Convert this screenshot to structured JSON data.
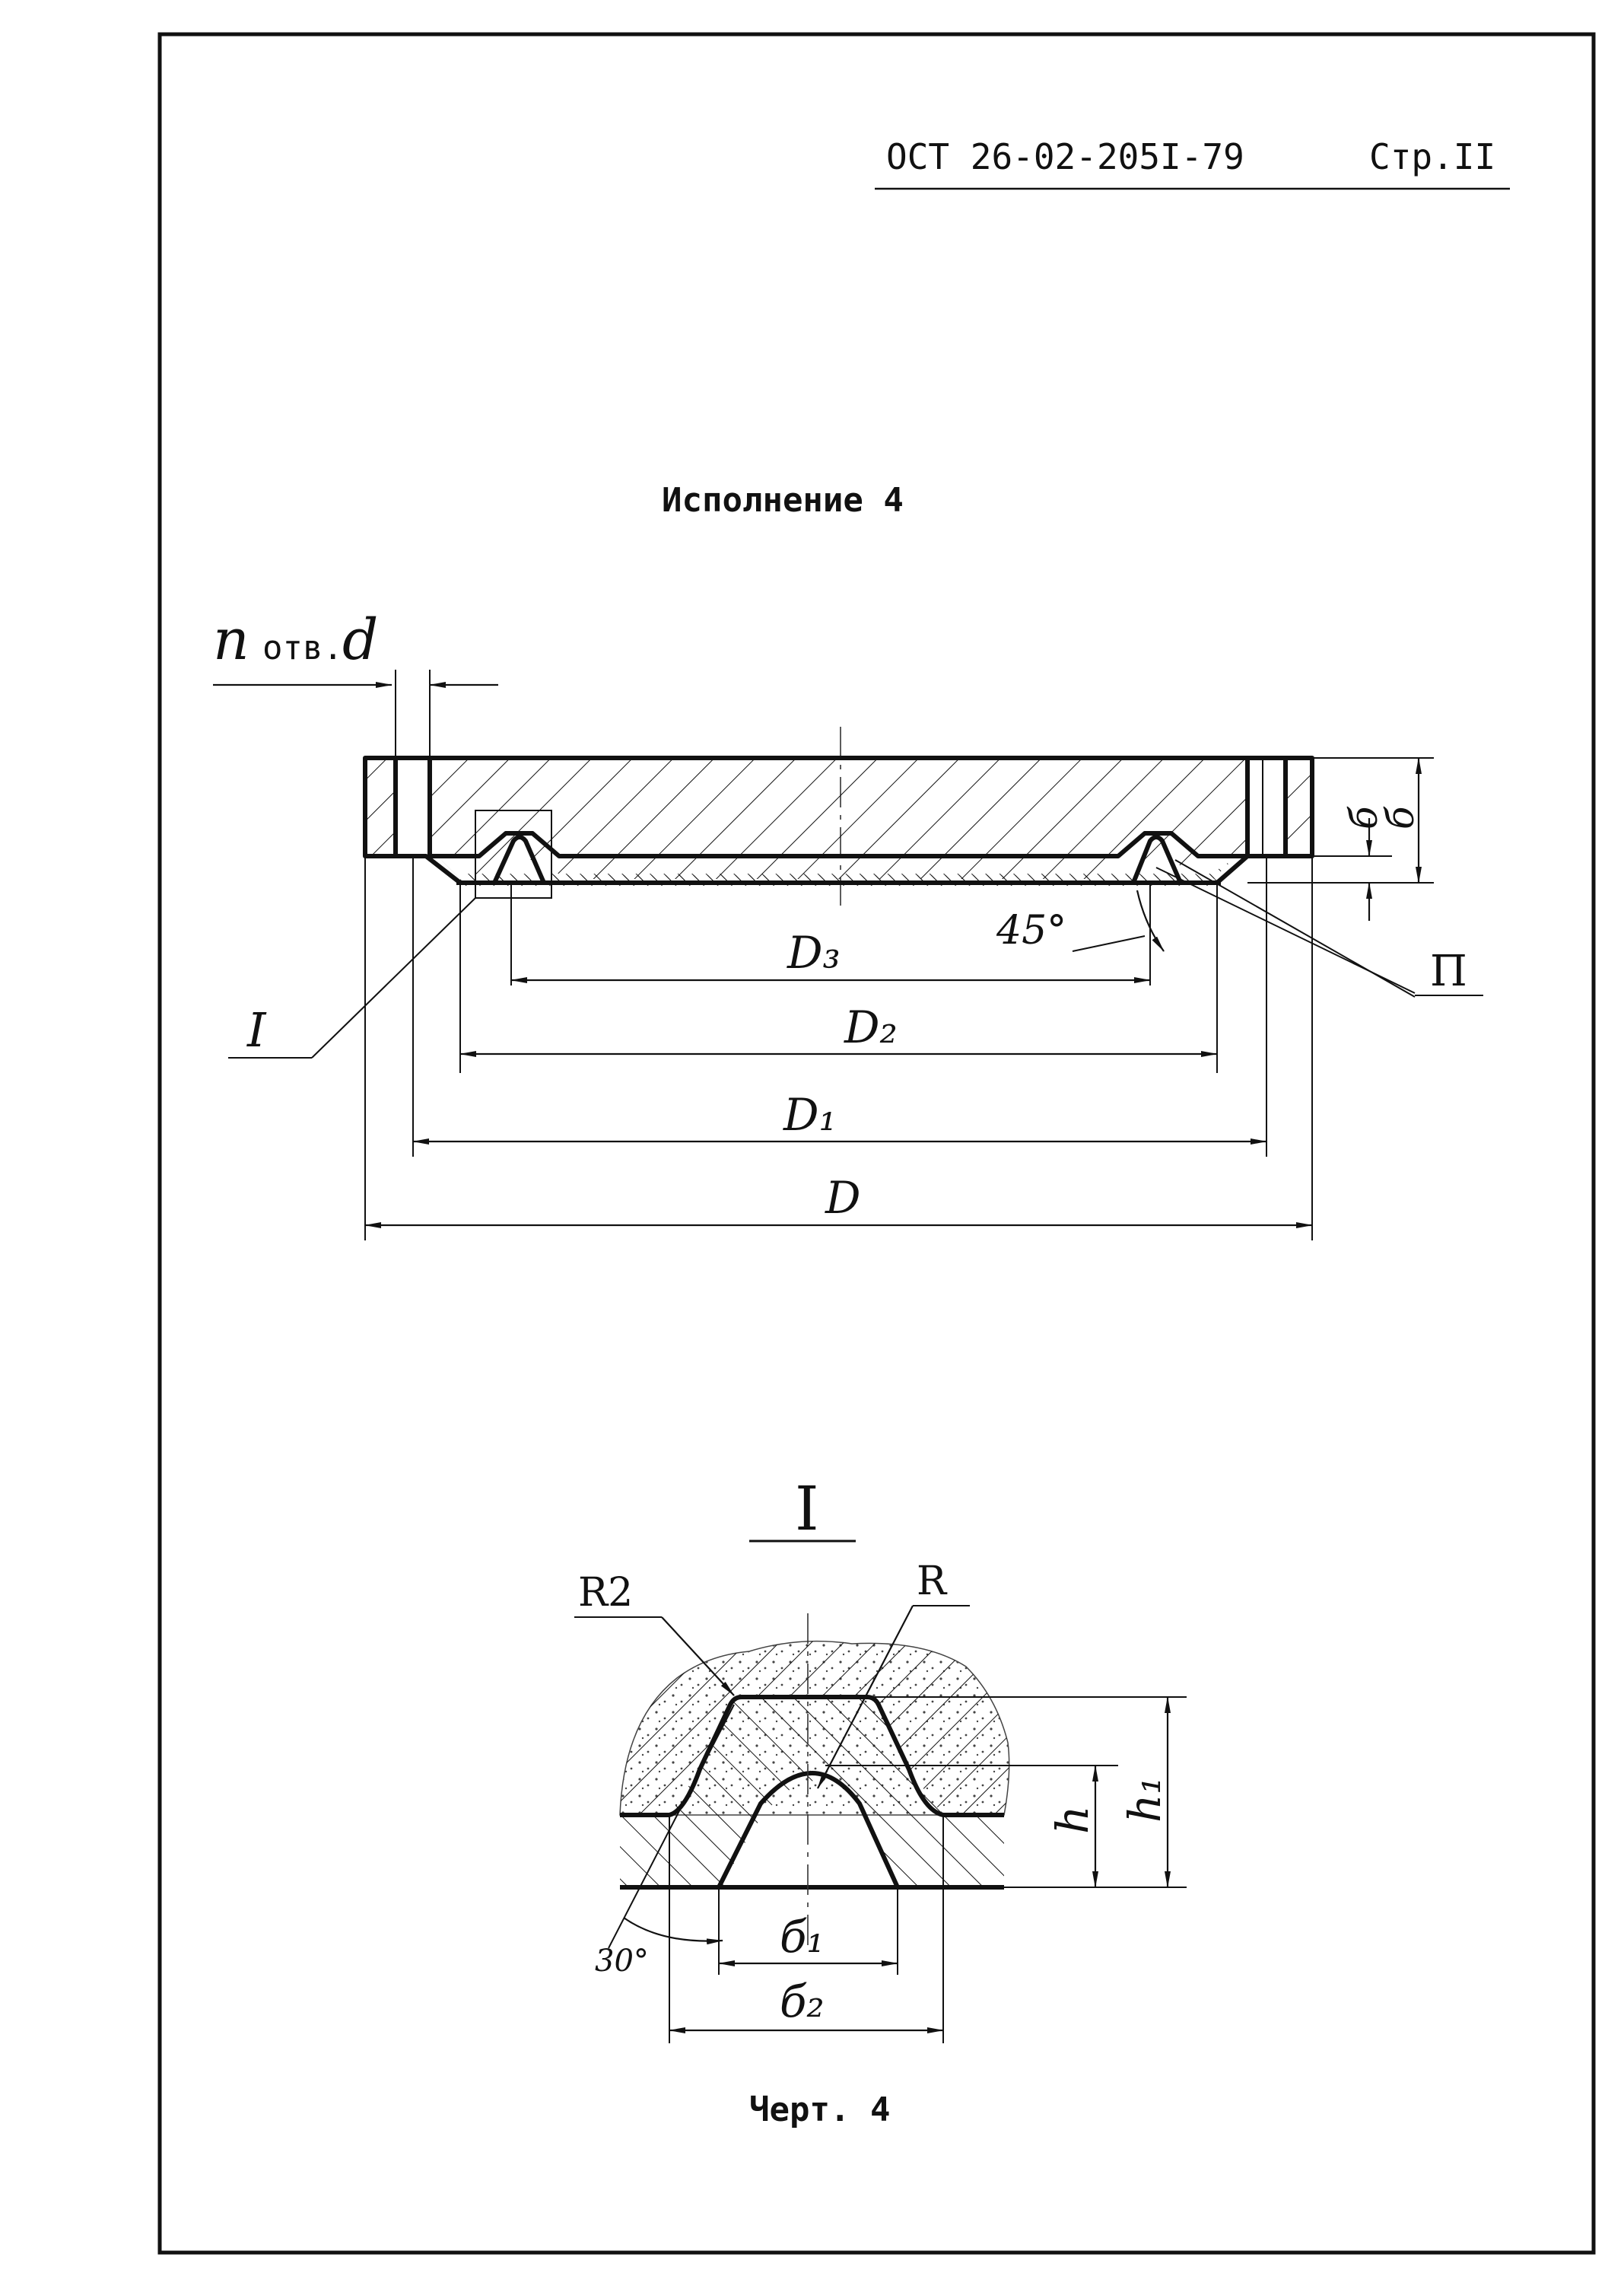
{
  "header": {
    "standard": "ОСТ 26-02-205I-79",
    "page": "Стр.II"
  },
  "title": "Исполнение 4",
  "holes_label": {
    "n": "n",
    "text": "отв.",
    "d": "d"
  },
  "main_view": {
    "dims": {
      "D3": "D₃",
      "D2": "D₂",
      "D1": "D₁",
      "D": "D"
    },
    "angle": "45°",
    "detail_ref": "I",
    "arrow_ref": "П",
    "thickness_1": "б",
    "thickness_2": "б"
  },
  "detail_view": {
    "title": "I",
    "R2": "R2",
    "R": "R",
    "h": "h",
    "h1": "h₁",
    "b1": "б₁",
    "b2": "б₂",
    "angle": "30°"
  },
  "caption": "Черт. 4"
}
